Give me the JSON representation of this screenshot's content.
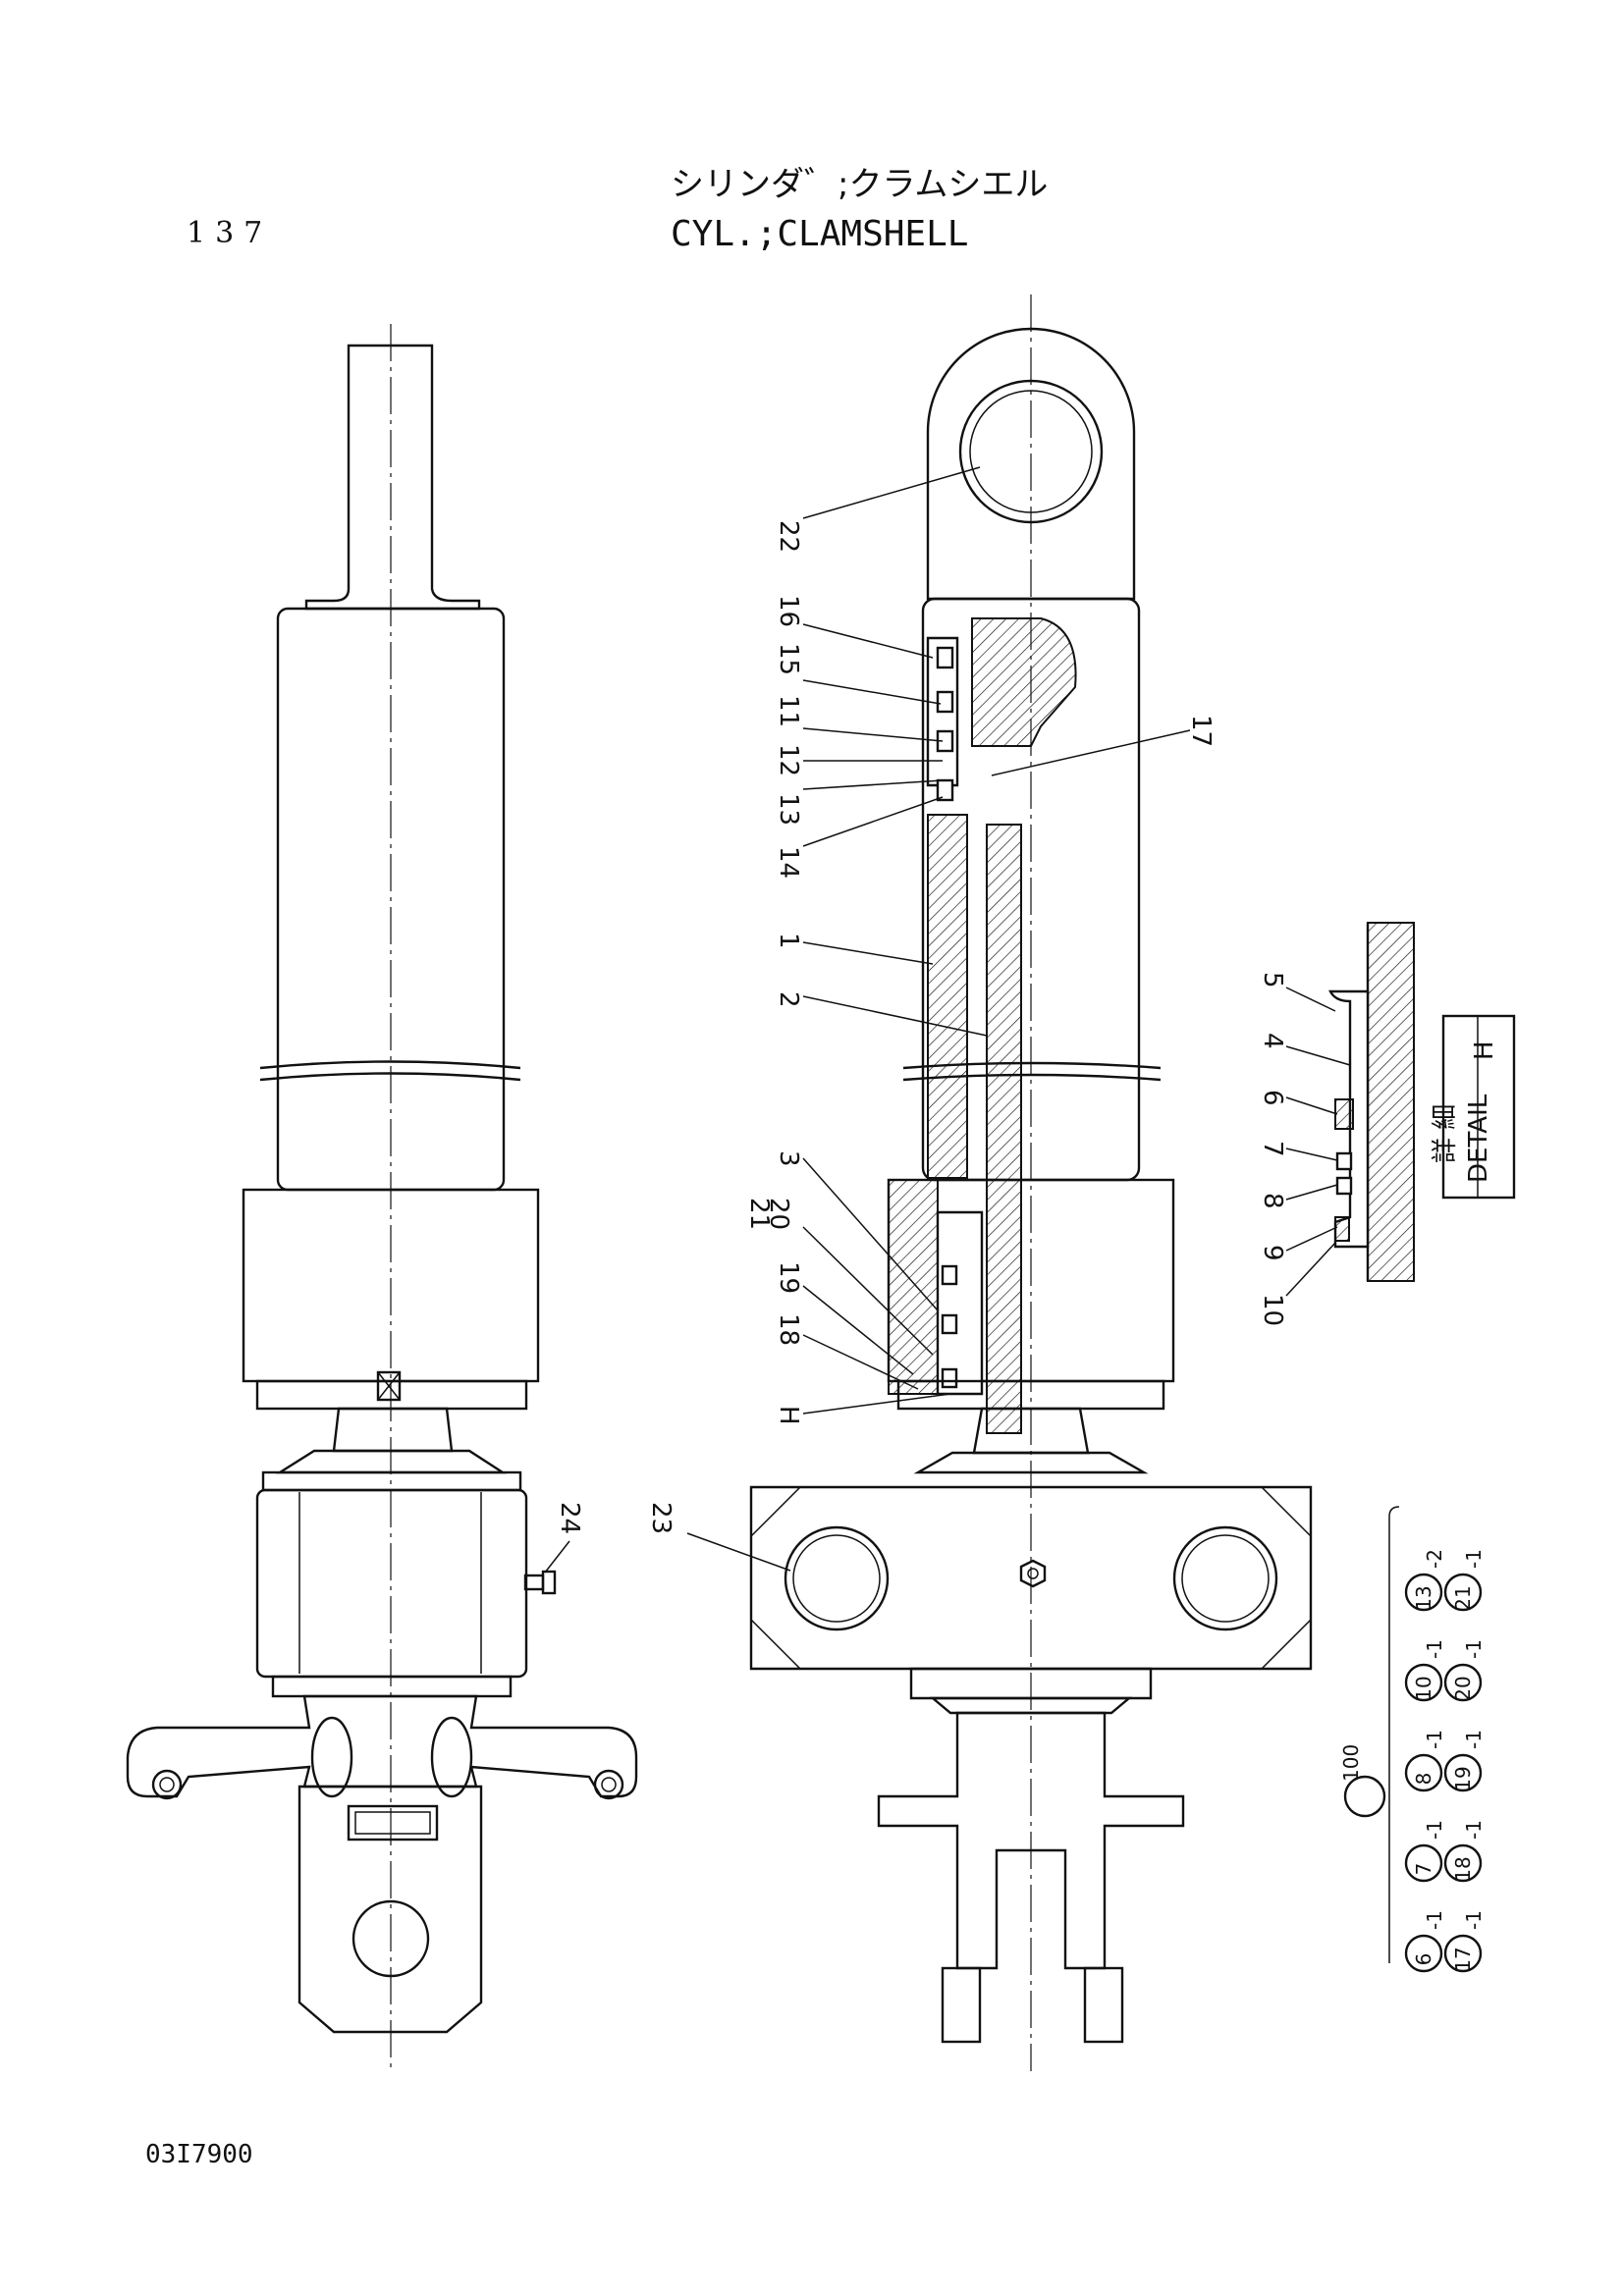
{
  "header": {
    "title_jp": "シリンダ゛;クラムシエル",
    "title_en": "CYL.;CLAMSHELL",
    "page_number": "137"
  },
  "footer": {
    "drawing_number": "03I7900"
  },
  "callouts": [
    "22",
    "16",
    "15",
    "11",
    "12",
    "13",
    "14",
    "17",
    "1",
    "2",
    "3",
    "21",
    "20",
    "19",
    "18",
    "H",
    "23",
    "24",
    "5",
    "4",
    "6",
    "7",
    "8",
    "9",
    "10"
  ],
  "detail_box": {
    "kanji": "詳 細",
    "label": "DETAIL",
    "ref": "H"
  },
  "kit": {
    "number": "100",
    "row1": [
      "6",
      "7",
      "8",
      "10",
      "13"
    ],
    "row1_qty": [
      "-1",
      "-1",
      "-1",
      "-1",
      "-2"
    ],
    "row2": [
      "17",
      "18",
      "19",
      "20",
      "21"
    ],
    "row2_qty": [
      "-1",
      "-1",
      "-1",
      "-1",
      "-1"
    ]
  }
}
